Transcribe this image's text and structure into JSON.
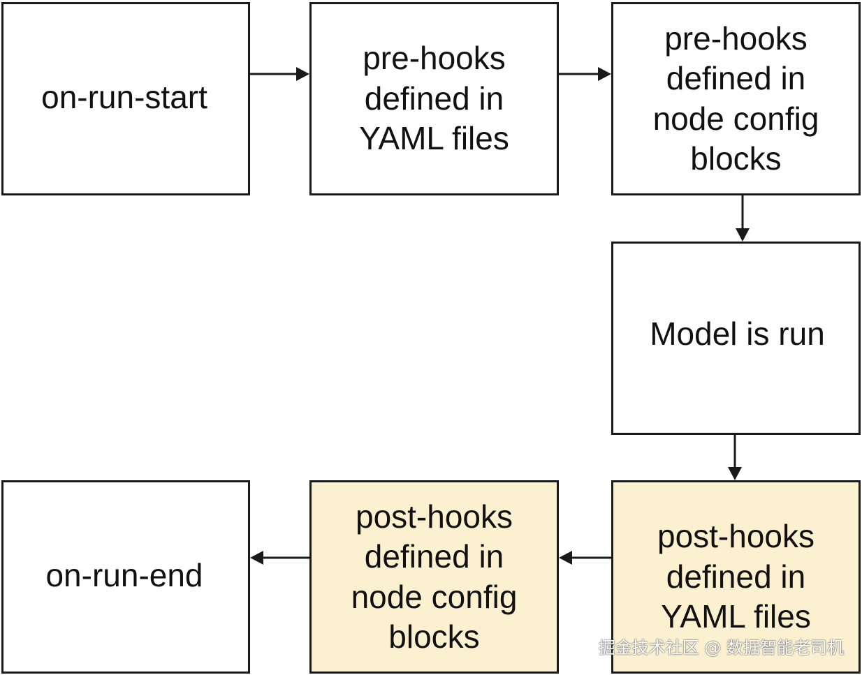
{
  "nodes": {
    "on_run_start": "on-run-start",
    "pre_hooks_yaml": "pre-hooks\ndefined in\nYAML files",
    "pre_hooks_config": "pre-hooks\ndefined in\nnode config\nblocks",
    "model_run": "Model is run",
    "post_hooks_yaml": "post-hooks\ndefined in\nYAML files",
    "post_hooks_config": "post-hooks\ndefined in\nnode config\nblocks",
    "on_run_end": "on-run-end"
  },
  "colors": {
    "border": "#1a1a1a",
    "highlight_fill": "#fbf0cf",
    "default_fill": "#ffffff"
  },
  "watermark": "掘金技术社区 @ 数据智能老司机"
}
